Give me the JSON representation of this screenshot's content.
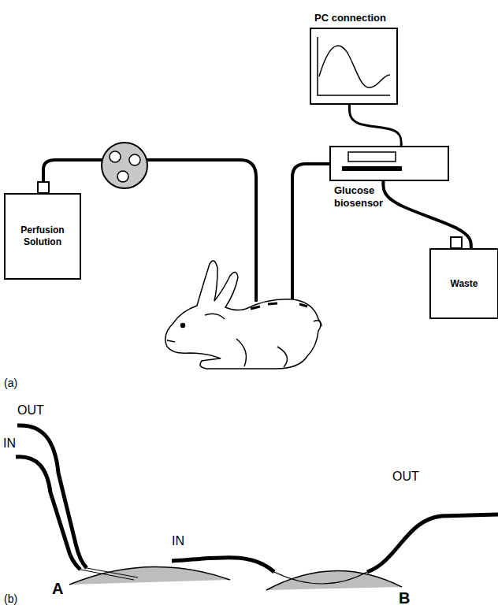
{
  "diagram": {
    "nodes": [
      {
        "text": [
          "PC connection"
        ]
      },
      {
        "text": [
          "Perfusion Solution"
        ]
      },
      {
        "text": [
          "Glucose biosensor"
        ]
      },
      {
        "text": [
          "Waste"
        ]
      }
    ],
    "edges": [
      {
        "from": 0,
        "to": 2,
        "arrow": "none"
      },
      {
        "from": 2,
        "to": 3,
        "arrow": "none"
      }
    ],
    "labels": [
      "(a)",
      "(b)",
      "OUT",
      "IN",
      "A",
      "IN",
      "OUT",
      "B"
    ]
  }
}
